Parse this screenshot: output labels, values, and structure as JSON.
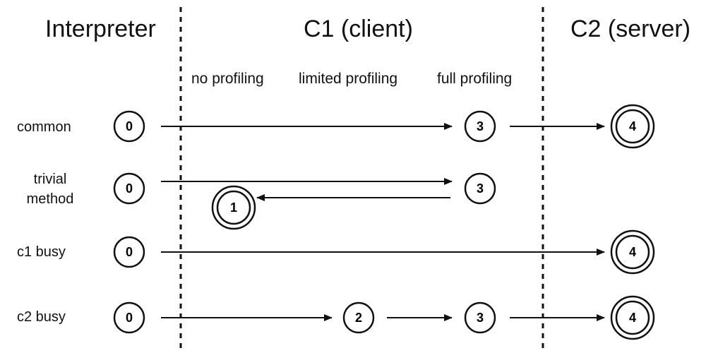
{
  "columns": {
    "interpreter": "Interpreter",
    "c1": "C1 (client)",
    "c2": "C2 (server)"
  },
  "profiling": {
    "none": "no profiling",
    "limited": "limited profiling",
    "full": "full profiling"
  },
  "rows": [
    {
      "label": "common"
    },
    {
      "label_line1": "trivial",
      "label_line2": "method"
    },
    {
      "label": "c1 busy"
    },
    {
      "label": "c2 busy"
    }
  ],
  "nodes": {
    "common": [
      "0",
      "3",
      "4"
    ],
    "trivial": [
      "0",
      "3",
      "1"
    ],
    "c1busy": [
      "0",
      "4"
    ],
    "c2busy": [
      "0",
      "2",
      "3",
      "4"
    ]
  }
}
